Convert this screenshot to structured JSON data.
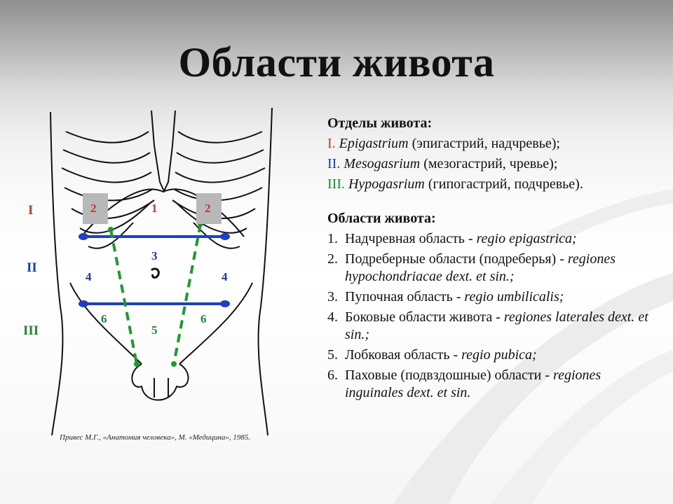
{
  "title": "Области живота",
  "figure": {
    "caption": "Привес М.Г., «Анатомия человека», М. «Медицина», 1985.",
    "level_labels": [
      "I",
      "II",
      "III"
    ],
    "region_labels": {
      "r1": "1",
      "r2_left": "2",
      "r2_right": "2",
      "r3": "3",
      "r4_left": "4",
      "r4_right": "4",
      "r5": "5",
      "r6_left": "6",
      "r6_right": "6"
    },
    "colors": {
      "level1": "#c0392b",
      "level2": "#1f3aa6",
      "level3": "#1c8a2e",
      "line_blue": "#1f3fc9",
      "line_green": "#1c9a2b"
    }
  },
  "divisions": {
    "heading": "Отделы живота:",
    "items": [
      {
        "num": "I.",
        "latin": "Epigastrium",
        "rest": " (эпигастрий, надчревье);"
      },
      {
        "num": "II.",
        "latin": "Mesogasrium",
        "rest": " (мезогастрий, чревье);"
      },
      {
        "num": "III.",
        "latin": "Hypogasrium",
        "rest": " (гипогастрий, подчревье)."
      }
    ]
  },
  "regions": {
    "heading": "Области живота:",
    "items": [
      {
        "num": "1.",
        "ru": "Надчревная область - ",
        "latin": "regio epigastrica;"
      },
      {
        "num": "2.",
        "ru": "Подреберные области (подреберья) - ",
        "latin": "regiones hypochondriacae dext. et sin.;"
      },
      {
        "num": "3.",
        "ru": "Пупочная область - ",
        "latin": "regio umbilicalis;"
      },
      {
        "num": "4.",
        "ru": "Боковые области живота - ",
        "latin": "regiones laterales dext. et sin.;"
      },
      {
        "num": "5.",
        "ru": "Лобковая область - ",
        "latin": "regio pubica;"
      },
      {
        "num": "6.",
        "ru": "Паховые (подвздошные) области - ",
        "latin": "regiones inguinales dext. et sin."
      }
    ]
  }
}
